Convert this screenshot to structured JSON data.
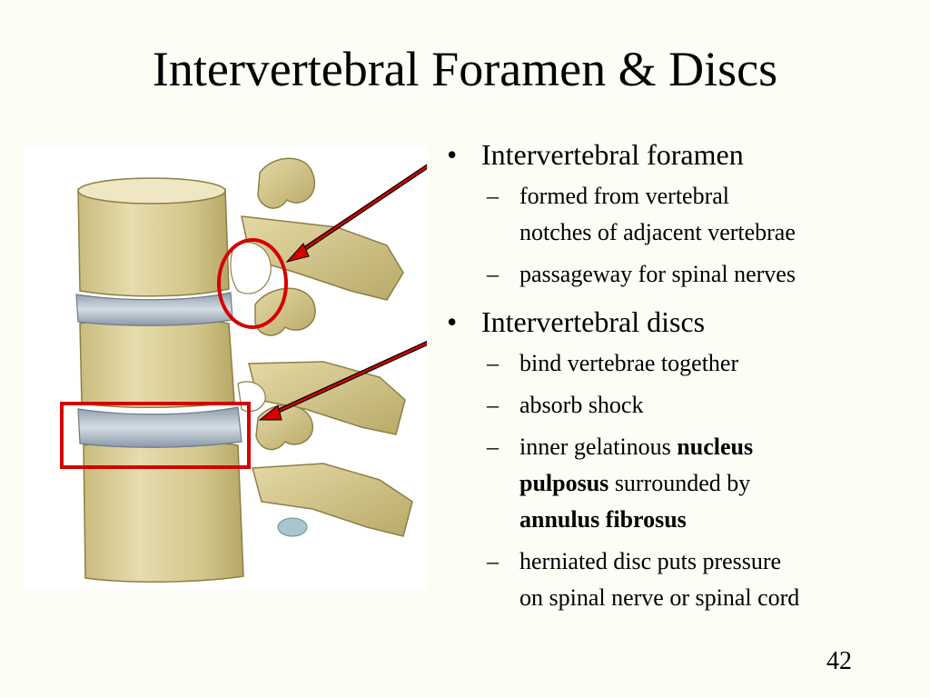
{
  "slide": {
    "title": "Intervertebral Foramen & Discs",
    "page_number": "42",
    "colors": {
      "background": "#fdfcf5",
      "bone": "#d8cc92",
      "disc": "#aebcc8",
      "callout": "#d40000"
    },
    "bullets": [
      {
        "marker": "•",
        "text": "Intervertebral foramen",
        "subitems": [
          {
            "marker": "–",
            "lines": [
              "formed from vertebral",
              "notches of adjacent vertebrae"
            ]
          },
          {
            "marker": "–",
            "lines": [
              "passageway for spinal nerves"
            ]
          }
        ]
      },
      {
        "marker": "•",
        "text": "Intervertebral discs",
        "subitems": [
          {
            "marker": "–",
            "lines": [
              "bind vertebrae together"
            ]
          },
          {
            "marker": "–",
            "lines": [
              "absorb shock"
            ]
          },
          {
            "marker": "–",
            "line1_plain": "inner gelatinous ",
            "line1_bold": "nucleus",
            "line2_bold": "pulposus",
            "line2_plain": " surrounded by",
            "line3_bold": "annulus fibrosus"
          },
          {
            "marker": "–",
            "lines": [
              "herniated disc puts pressure",
              "on spinal nerve or spinal cord"
            ]
          }
        ]
      }
    ]
  }
}
